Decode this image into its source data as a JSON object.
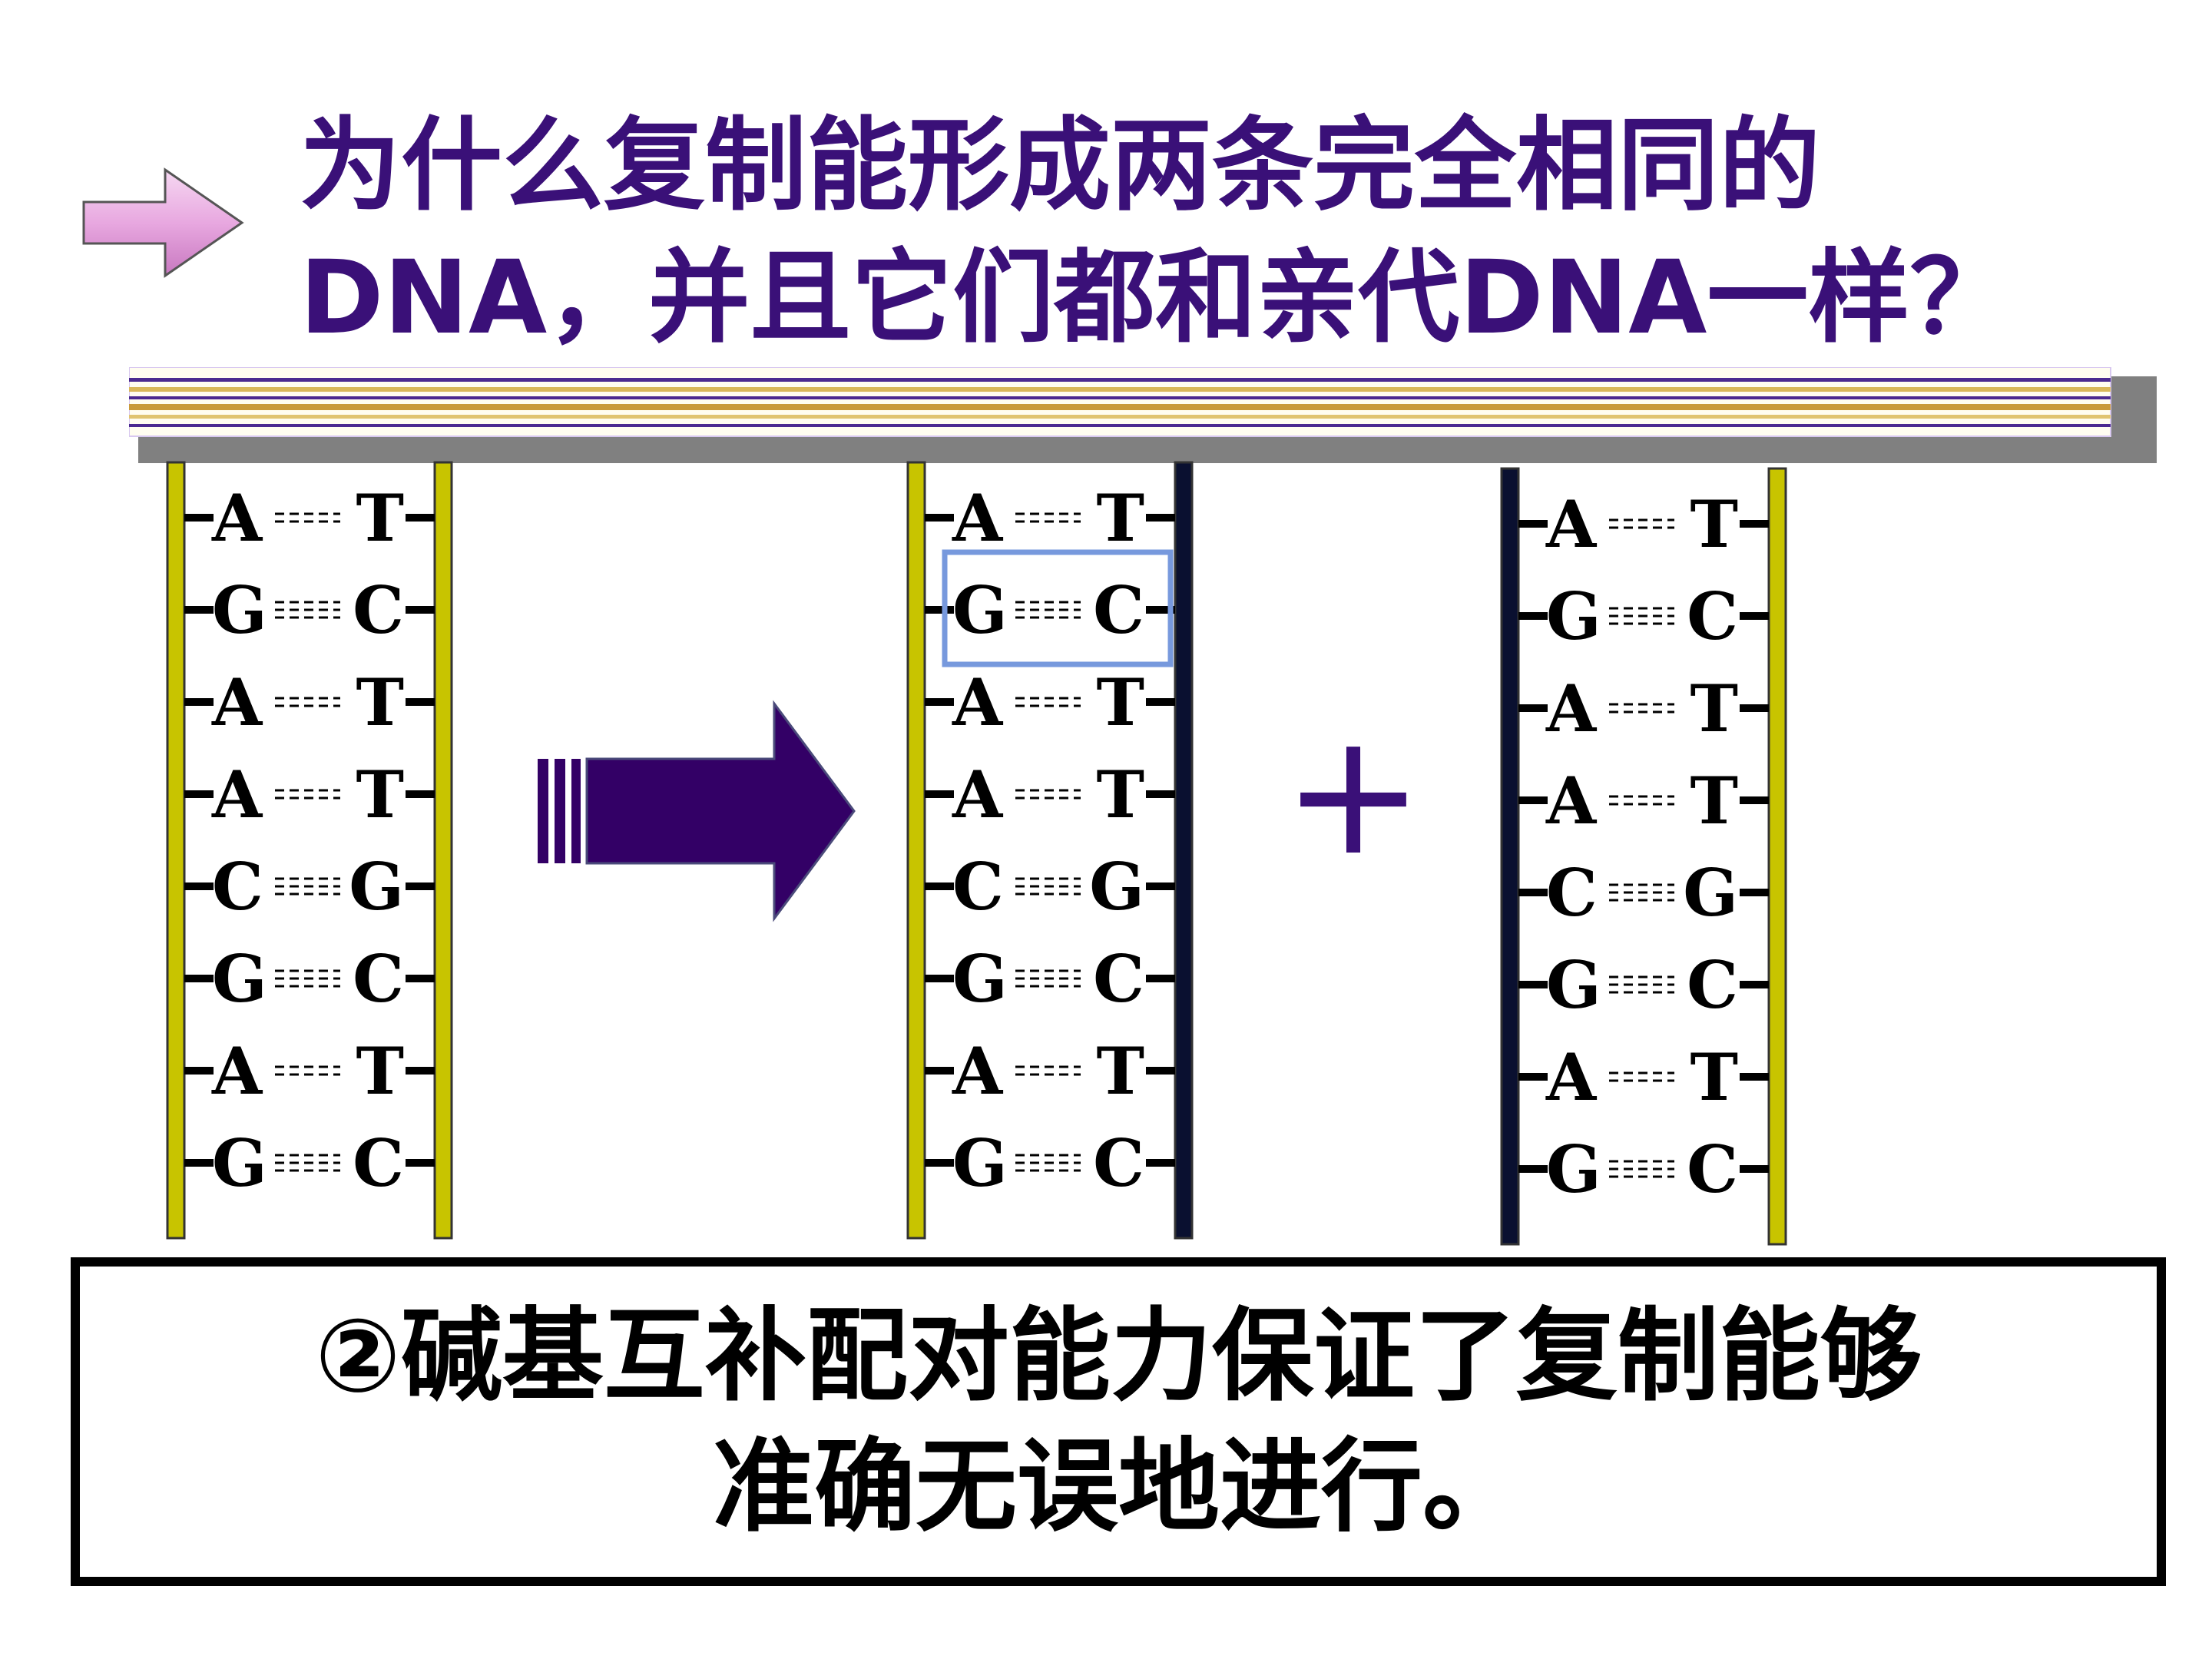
{
  "title": {
    "line1": "为什么复制能形成两条完全相同的",
    "line2": "DNA，并且它们都和亲代DNA一样？"
  },
  "colors": {
    "title": "#3a1078",
    "parent_strand": "#c8c400",
    "new_strand": "#0a1030",
    "big_arrow": "#330066",
    "highlight_box": "#7799dd",
    "pointer_arrow": "#e8a8e0"
  },
  "diagram": {
    "ladders": [
      {
        "name": "parent",
        "pairs": [
          {
            "left": "A",
            "right": "T"
          },
          {
            "left": "G",
            "right": "C"
          },
          {
            "left": "A",
            "right": "T"
          },
          {
            "left": "A",
            "right": "T"
          },
          {
            "left": "C",
            "right": "G"
          },
          {
            "left": "G",
            "right": "C"
          },
          {
            "left": "A",
            "right": "T"
          },
          {
            "left": "G",
            "right": "C"
          }
        ]
      },
      {
        "name": "daughter-1",
        "pairs": [
          {
            "left": "A",
            "right": "T"
          },
          {
            "left": "G",
            "right": "C"
          },
          {
            "left": "A",
            "right": "T"
          },
          {
            "left": "A",
            "right": "T"
          },
          {
            "left": "C",
            "right": "G"
          },
          {
            "left": "G",
            "right": "C"
          },
          {
            "left": "A",
            "right": "T"
          },
          {
            "left": "G",
            "right": "C"
          }
        ]
      },
      {
        "name": "daughter-2",
        "pairs": [
          {
            "left": "A",
            "right": "T"
          },
          {
            "left": "G",
            "right": "C"
          },
          {
            "left": "A",
            "right": "T"
          },
          {
            "left": "A",
            "right": "T"
          },
          {
            "left": "C",
            "right": "G"
          },
          {
            "left": "G",
            "right": "C"
          },
          {
            "left": "A",
            "right": "T"
          },
          {
            "left": "G",
            "right": "C"
          }
        ]
      }
    ],
    "plus_sign": "+"
  },
  "summary": {
    "line1": "②碱基互补配对能力保证了复制能够",
    "line2": "准确无误地进行。"
  }
}
